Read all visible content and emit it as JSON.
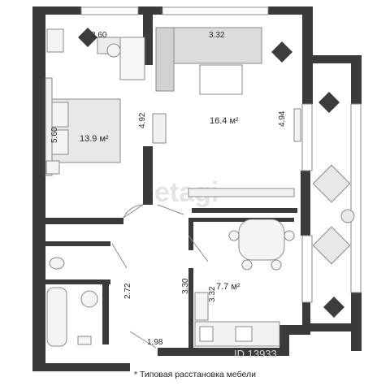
{
  "rooms": [
    {
      "id": "bedroom",
      "area": "13.9 м²"
    },
    {
      "id": "living",
      "area": "16.4 м²"
    },
    {
      "id": "kitchen",
      "area": "7.7 м²"
    }
  ],
  "dimensions": {
    "bedroom_top": "2.60",
    "living_top": "3.32",
    "bedroom_side": "5.60",
    "partition": "4.92",
    "living_right": "4.94",
    "hall_left": "2.72",
    "hall_right": "3.30",
    "kitchen_left": "3.32",
    "hall_bottom": "1.98"
  },
  "watermark": "etagi",
  "watermark_id": "ID 13933",
  "footnote": "* Типовая расстановка мебели",
  "colors": {
    "wall": "#3a3a3a",
    "furniture": "#d9d9d9",
    "outline": "#8a8a8a"
  }
}
